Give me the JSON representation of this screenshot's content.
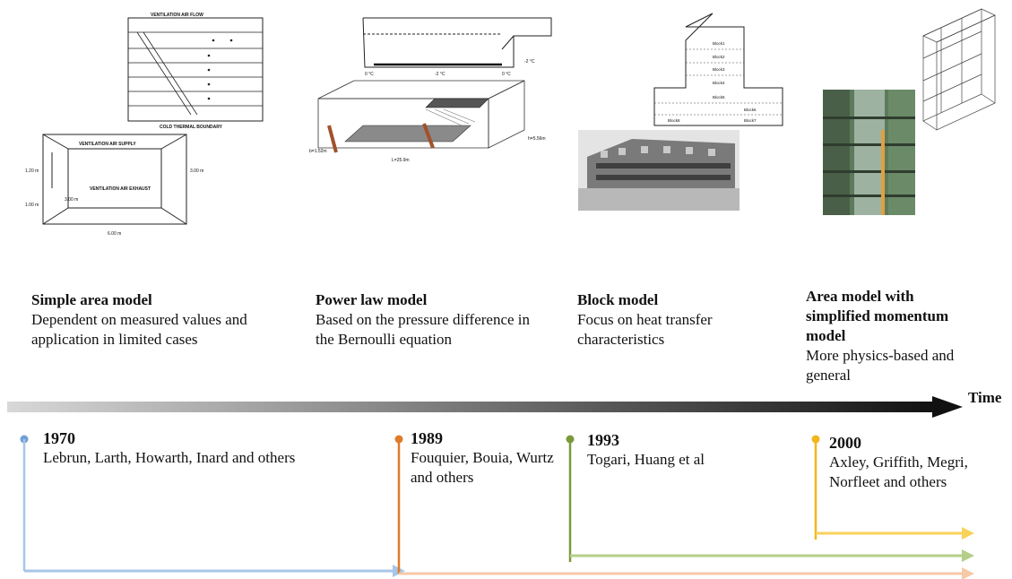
{
  "illustrations": {
    "simple_area": {
      "airflow_label": "VENTILATION AIR FLOW",
      "boundary_label": "COLD THERMAL BOUNDARY",
      "supply_label": "VENTILATION AIR SUPPLY",
      "exhaust_label": "VENTILATION AIR EXHAUST",
      "dim_height": "1.20 m",
      "dim_low": "1.00 m",
      "dim_depth": "3.00 m",
      "dim_width": "6.00 m",
      "dim_right": "3.00 m"
    },
    "power_law": {
      "temp_left": "0 °C",
      "temp_mid": "-2 °C",
      "temp_right": "0 °C",
      "temp_far": "-2 °C",
      "dim_a": "b=1.52m",
      "dim_b": "L=25.9m",
      "dim_c": "h=5.56m"
    },
    "block": {
      "block_labels": [
        "Block1",
        "Block2",
        "Block3",
        "Block4",
        "Block5",
        "Block6",
        "Block7",
        "Block8"
      ]
    }
  },
  "models": [
    {
      "title": "Simple area model",
      "desc": "Dependent on measured values and application in limited cases"
    },
    {
      "title": "Power law model",
      "desc": "Based on the pressure difference in the Bernoulli equation"
    },
    {
      "title": "Block model",
      "desc": "Focus on heat transfer characteristics"
    },
    {
      "title": "Area model with simplified momentum model",
      "desc": "More physics-based and general"
    }
  ],
  "timeline": {
    "axis_label": "Time",
    "eras": [
      {
        "year": "1970",
        "authors": "Lebrun, Larth, Howarth, Inard and others",
        "color": "#6f9fd6"
      },
      {
        "year": "1989",
        "authors": "Fouquier, Bouia, Wurtz and others",
        "color": "#e07b2a"
      },
      {
        "year": "1993",
        "authors": "Togari, Huang et al",
        "color": "#7a9a3a"
      },
      {
        "year": "2000",
        "authors": "Axley, Griffith, Megri, Norfleet and others",
        "color": "#f2b51c"
      }
    ],
    "arrow_colors": {
      "blue": "#a8c6e8",
      "orange": "#f6c9a8",
      "green": "#b3cf8a",
      "yellow": "#f9d25a"
    }
  }
}
